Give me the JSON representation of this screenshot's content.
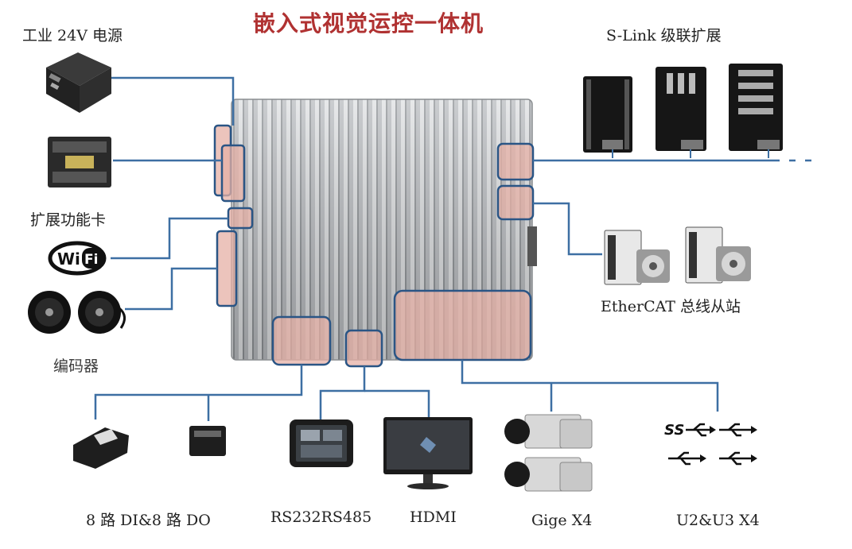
{
  "title": "嵌入式视觉运控一体机",
  "labels": {
    "power": "工业 24V 电源",
    "slink": "S-Link 级联扩展",
    "expansion": "扩展功能卡",
    "wifi": "Wi Fi",
    "encoder": "编码器",
    "ethercat": "EtherCAT 总线从站",
    "dio": "8 路 DI&8 路 DO",
    "serial": "RS232RS485",
    "hdmi": "HDMI",
    "gige": "Gige X4",
    "usb": "U2&U3 X4",
    "ss": "SS"
  },
  "colors": {
    "line": "#3d6fa3",
    "box_stroke": "#2a5585",
    "box_fill": "#e6b0a6",
    "title": "#b03232"
  }
}
